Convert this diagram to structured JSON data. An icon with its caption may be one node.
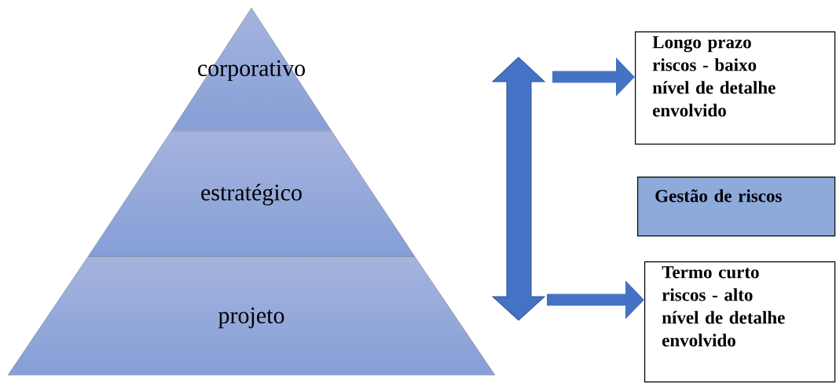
{
  "diagram": {
    "nodes": [
      {
        "text": [
          "corporativo"
        ]
      },
      {
        "text": [
          "estratégico"
        ]
      },
      {
        "text": [
          "projeto"
        ]
      },
      {
        "text": [
          "Longo prazo riscos - baixo nível de detalhe envolvido"
        ]
      },
      {
        "text": [
          "Gestão de riscos"
        ]
      },
      {
        "text": [
          "Termo curto riscos - alto nível de detalhe envolvido"
        ]
      }
    ],
    "edges": [
      {
        "from": null,
        "to": 3,
        "arrow": "to"
      },
      {
        "from": null,
        "to": 5,
        "arrow": "to"
      }
    ]
  }
}
